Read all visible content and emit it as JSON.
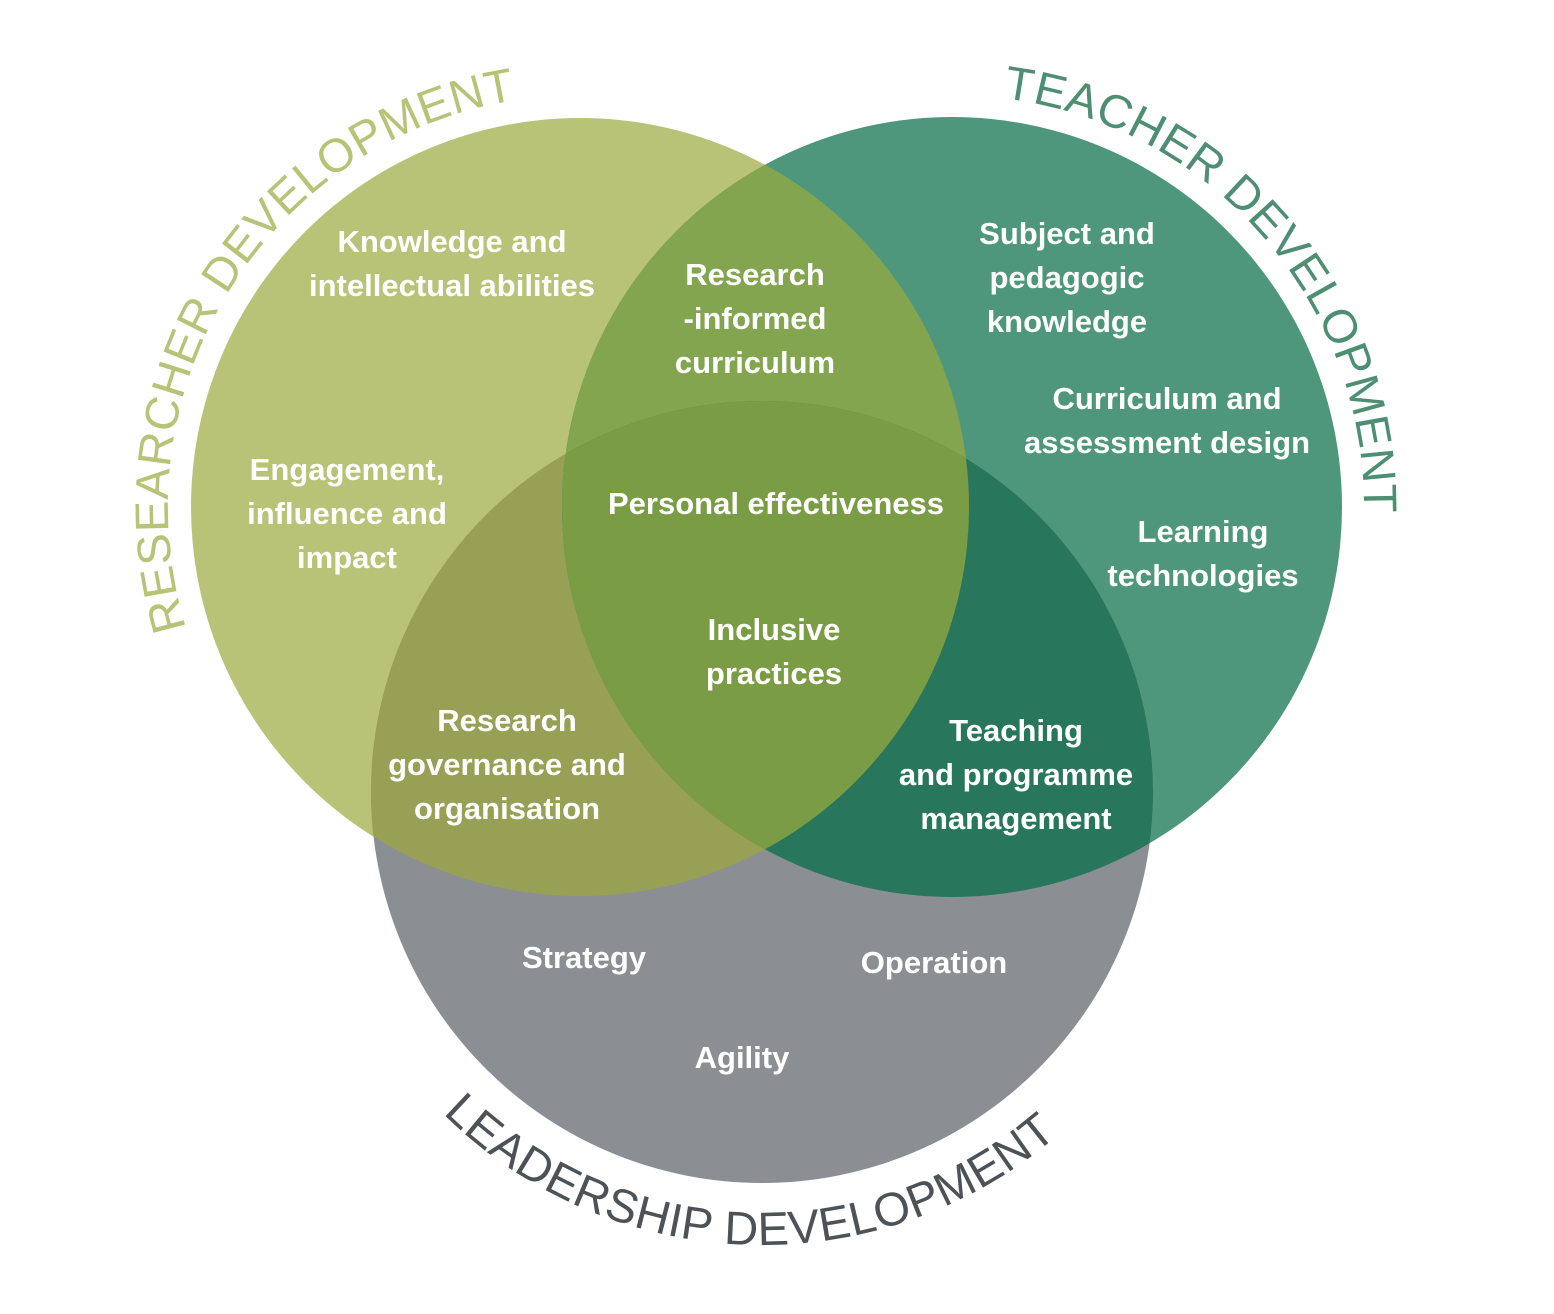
{
  "colors": {
    "researcher": "#b8c377",
    "teacher": "#4e977c",
    "leadership": "#8b8f93",
    "researcher_teacher": "#84a550",
    "researcher_leadership": "#97a055",
    "teacher_leadership": "#28775d",
    "all_three": "#7a9c44",
    "researcher_title": "#b8c377",
    "teacher_title": "#4e8f74",
    "leadership_title": "#4d5257"
  },
  "titles": {
    "researcher": "RESEARCHER DEVELOPMENT",
    "teacher": "TEACHER DEVELOPMENT",
    "leadership": "LEADERSHIP DEVELOPMENT"
  },
  "labels": [
    {
      "id": "knowledge",
      "lines": [
        "Knowledge and",
        "intellectual abilities"
      ]
    },
    {
      "id": "engagement",
      "lines": [
        "Engagement,",
        "influence and",
        "impact"
      ]
    },
    {
      "id": "research-informed",
      "lines": [
        "Research",
        "-informed",
        "curriculum"
      ]
    },
    {
      "id": "subject",
      "lines": [
        "Subject and",
        "pedagogic",
        "knowledge"
      ]
    },
    {
      "id": "curriculum",
      "lines": [
        "Curriculum and",
        "assessment design"
      ]
    },
    {
      "id": "learning",
      "lines": [
        "Learning",
        "technologies"
      ]
    },
    {
      "id": "personal",
      "lines": [
        "Personal effectiveness"
      ]
    },
    {
      "id": "inclusive",
      "lines": [
        "Inclusive",
        "practices"
      ]
    },
    {
      "id": "governance",
      "lines": [
        "Research",
        "governance and",
        "organisation"
      ]
    },
    {
      "id": "teaching",
      "lines": [
        "Teaching",
        "and programme",
        "management"
      ]
    },
    {
      "id": "strategy",
      "lines": [
        "Strategy"
      ]
    },
    {
      "id": "operation",
      "lines": [
        "Operation"
      ]
    },
    {
      "id": "agility",
      "lines": [
        "Agility"
      ]
    }
  ]
}
